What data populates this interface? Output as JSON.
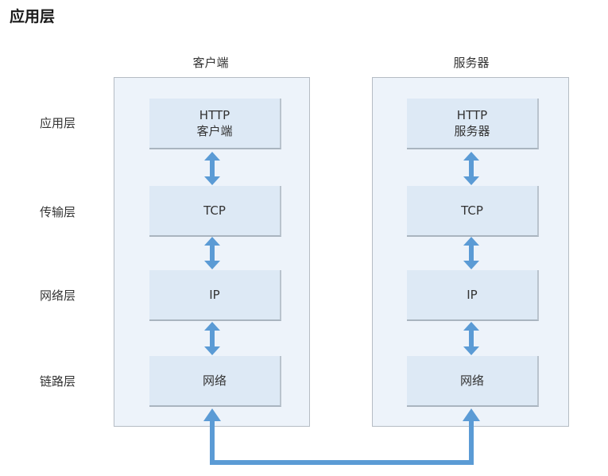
{
  "page": {
    "title": "应用层"
  },
  "layers": [
    "应用层",
    "传输层",
    "网络层",
    "链路层"
  ],
  "client": {
    "title": "客户端",
    "boxes": [
      {
        "line1": "HTTP",
        "line2": "客户端"
      },
      {
        "line1": "TCP",
        "line2": ""
      },
      {
        "line1": "IP",
        "line2": ""
      },
      {
        "line1": "网络",
        "line2": ""
      }
    ]
  },
  "server": {
    "title": "服务器",
    "boxes": [
      {
        "line1": "HTTP",
        "line2": "服务器"
      },
      {
        "line1": "TCP",
        "line2": ""
      },
      {
        "line1": "IP",
        "line2": ""
      },
      {
        "line1": "网络",
        "line2": ""
      }
    ]
  },
  "colors": {
    "arrow": "#5b9bd5",
    "panel_bg": "#edf3fa",
    "box_bg": "#dde9f5"
  }
}
